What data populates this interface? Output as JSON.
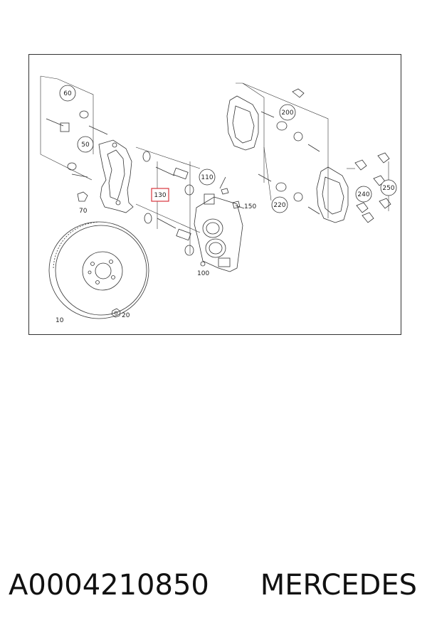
{
  "diagram": {
    "callouts": [
      {
        "id": "c60",
        "label": "60"
      },
      {
        "id": "c50",
        "label": "50"
      },
      {
        "id": "c200",
        "label": "200"
      },
      {
        "id": "c110",
        "label": "110"
      },
      {
        "id": "c130",
        "label": "130",
        "highlighted": true
      },
      {
        "id": "c240",
        "label": "240"
      },
      {
        "id": "c250",
        "label": "250"
      },
      {
        "id": "c220",
        "label": "220"
      }
    ],
    "plain_labels": [
      {
        "id": "l70",
        "label": "70"
      },
      {
        "id": "l150",
        "label": "150"
      },
      {
        "id": "l100",
        "label": "100"
      },
      {
        "id": "l20",
        "label": "20"
      },
      {
        "id": "l10",
        "label": "10"
      }
    ],
    "highlight_color": "#d9363e",
    "line_color": "#333333"
  },
  "caption": {
    "part_number": "A0004210850",
    "brand": "MERCEDES"
  }
}
